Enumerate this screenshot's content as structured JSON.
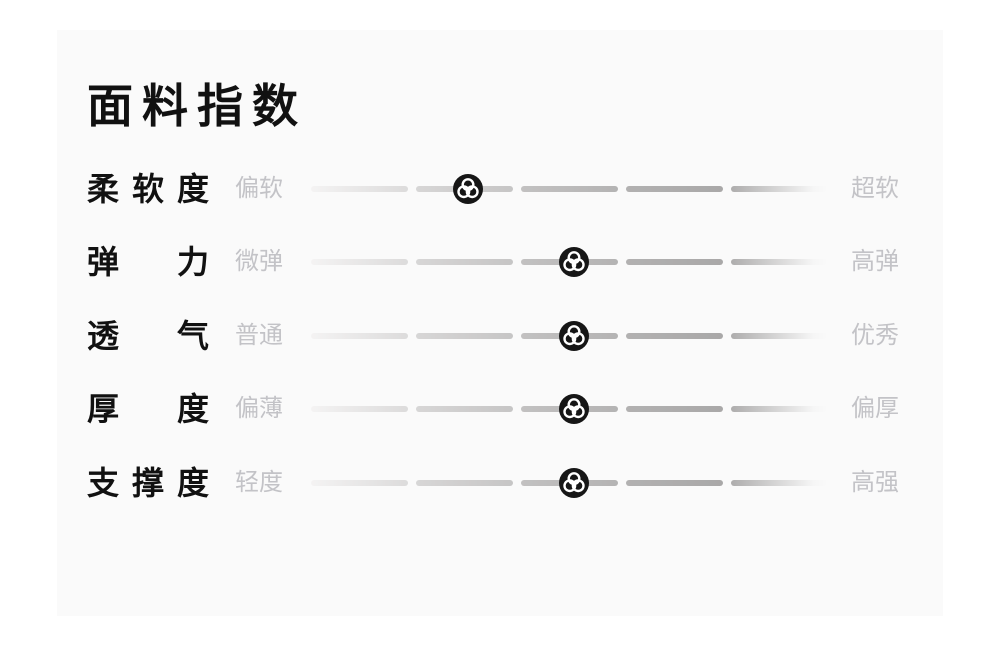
{
  "card": {
    "title": "面料指数"
  },
  "colors": {
    "page_bg": "#ffffff",
    "card_bg": "#fafafa",
    "title_text": "#111111",
    "row_label_text": "#111111",
    "muted_label_text": "#c3c3c7",
    "track_light_end": "#f4f3f3",
    "track_dark": "#a9a8a8",
    "track_fade_end": "#fafafa",
    "marker_bg": "#161616",
    "marker_glyph": "#ffffff"
  },
  "marker_icon": "clover-trefoil-logo",
  "rows": [
    {
      "label": "柔软度",
      "min_label": "偏软",
      "max_label": "超软",
      "level": 2,
      "levels_total": 5,
      "position_pct": 30.4
    },
    {
      "label": "弹力",
      "min_label": "微弹",
      "max_label": "高弹",
      "level": 3,
      "levels_total": 5,
      "position_pct": 50.9
    },
    {
      "label": "透气",
      "min_label": "普通",
      "max_label": "优秀",
      "level": 3,
      "levels_total": 5,
      "position_pct": 50.9
    },
    {
      "label": "厚度",
      "min_label": "偏薄",
      "max_label": "偏厚",
      "level": 3,
      "levels_total": 5,
      "position_pct": 50.9
    },
    {
      "label": "支撑度",
      "min_label": "轻度",
      "max_label": "高强",
      "level": 3,
      "levels_total": 5,
      "position_pct": 50.9
    }
  ]
}
